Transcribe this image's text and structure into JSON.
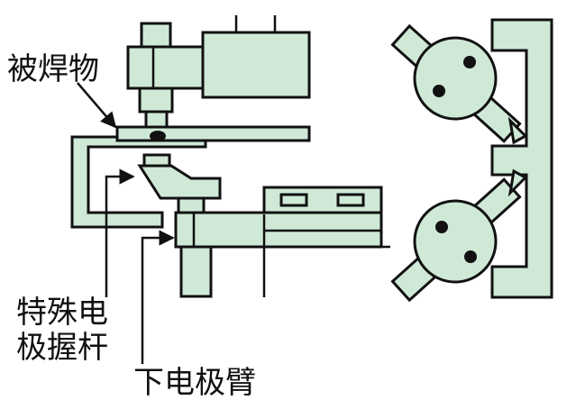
{
  "labels": {
    "workpiece": "被焊物",
    "holder_line1": "特殊电",
    "holder_line2": "极握杆",
    "lower_arm": "下电极臂"
  },
  "colors": {
    "fill": "#cfe9d6",
    "stroke": "#111111",
    "weld_dot": "#111111"
  }
}
